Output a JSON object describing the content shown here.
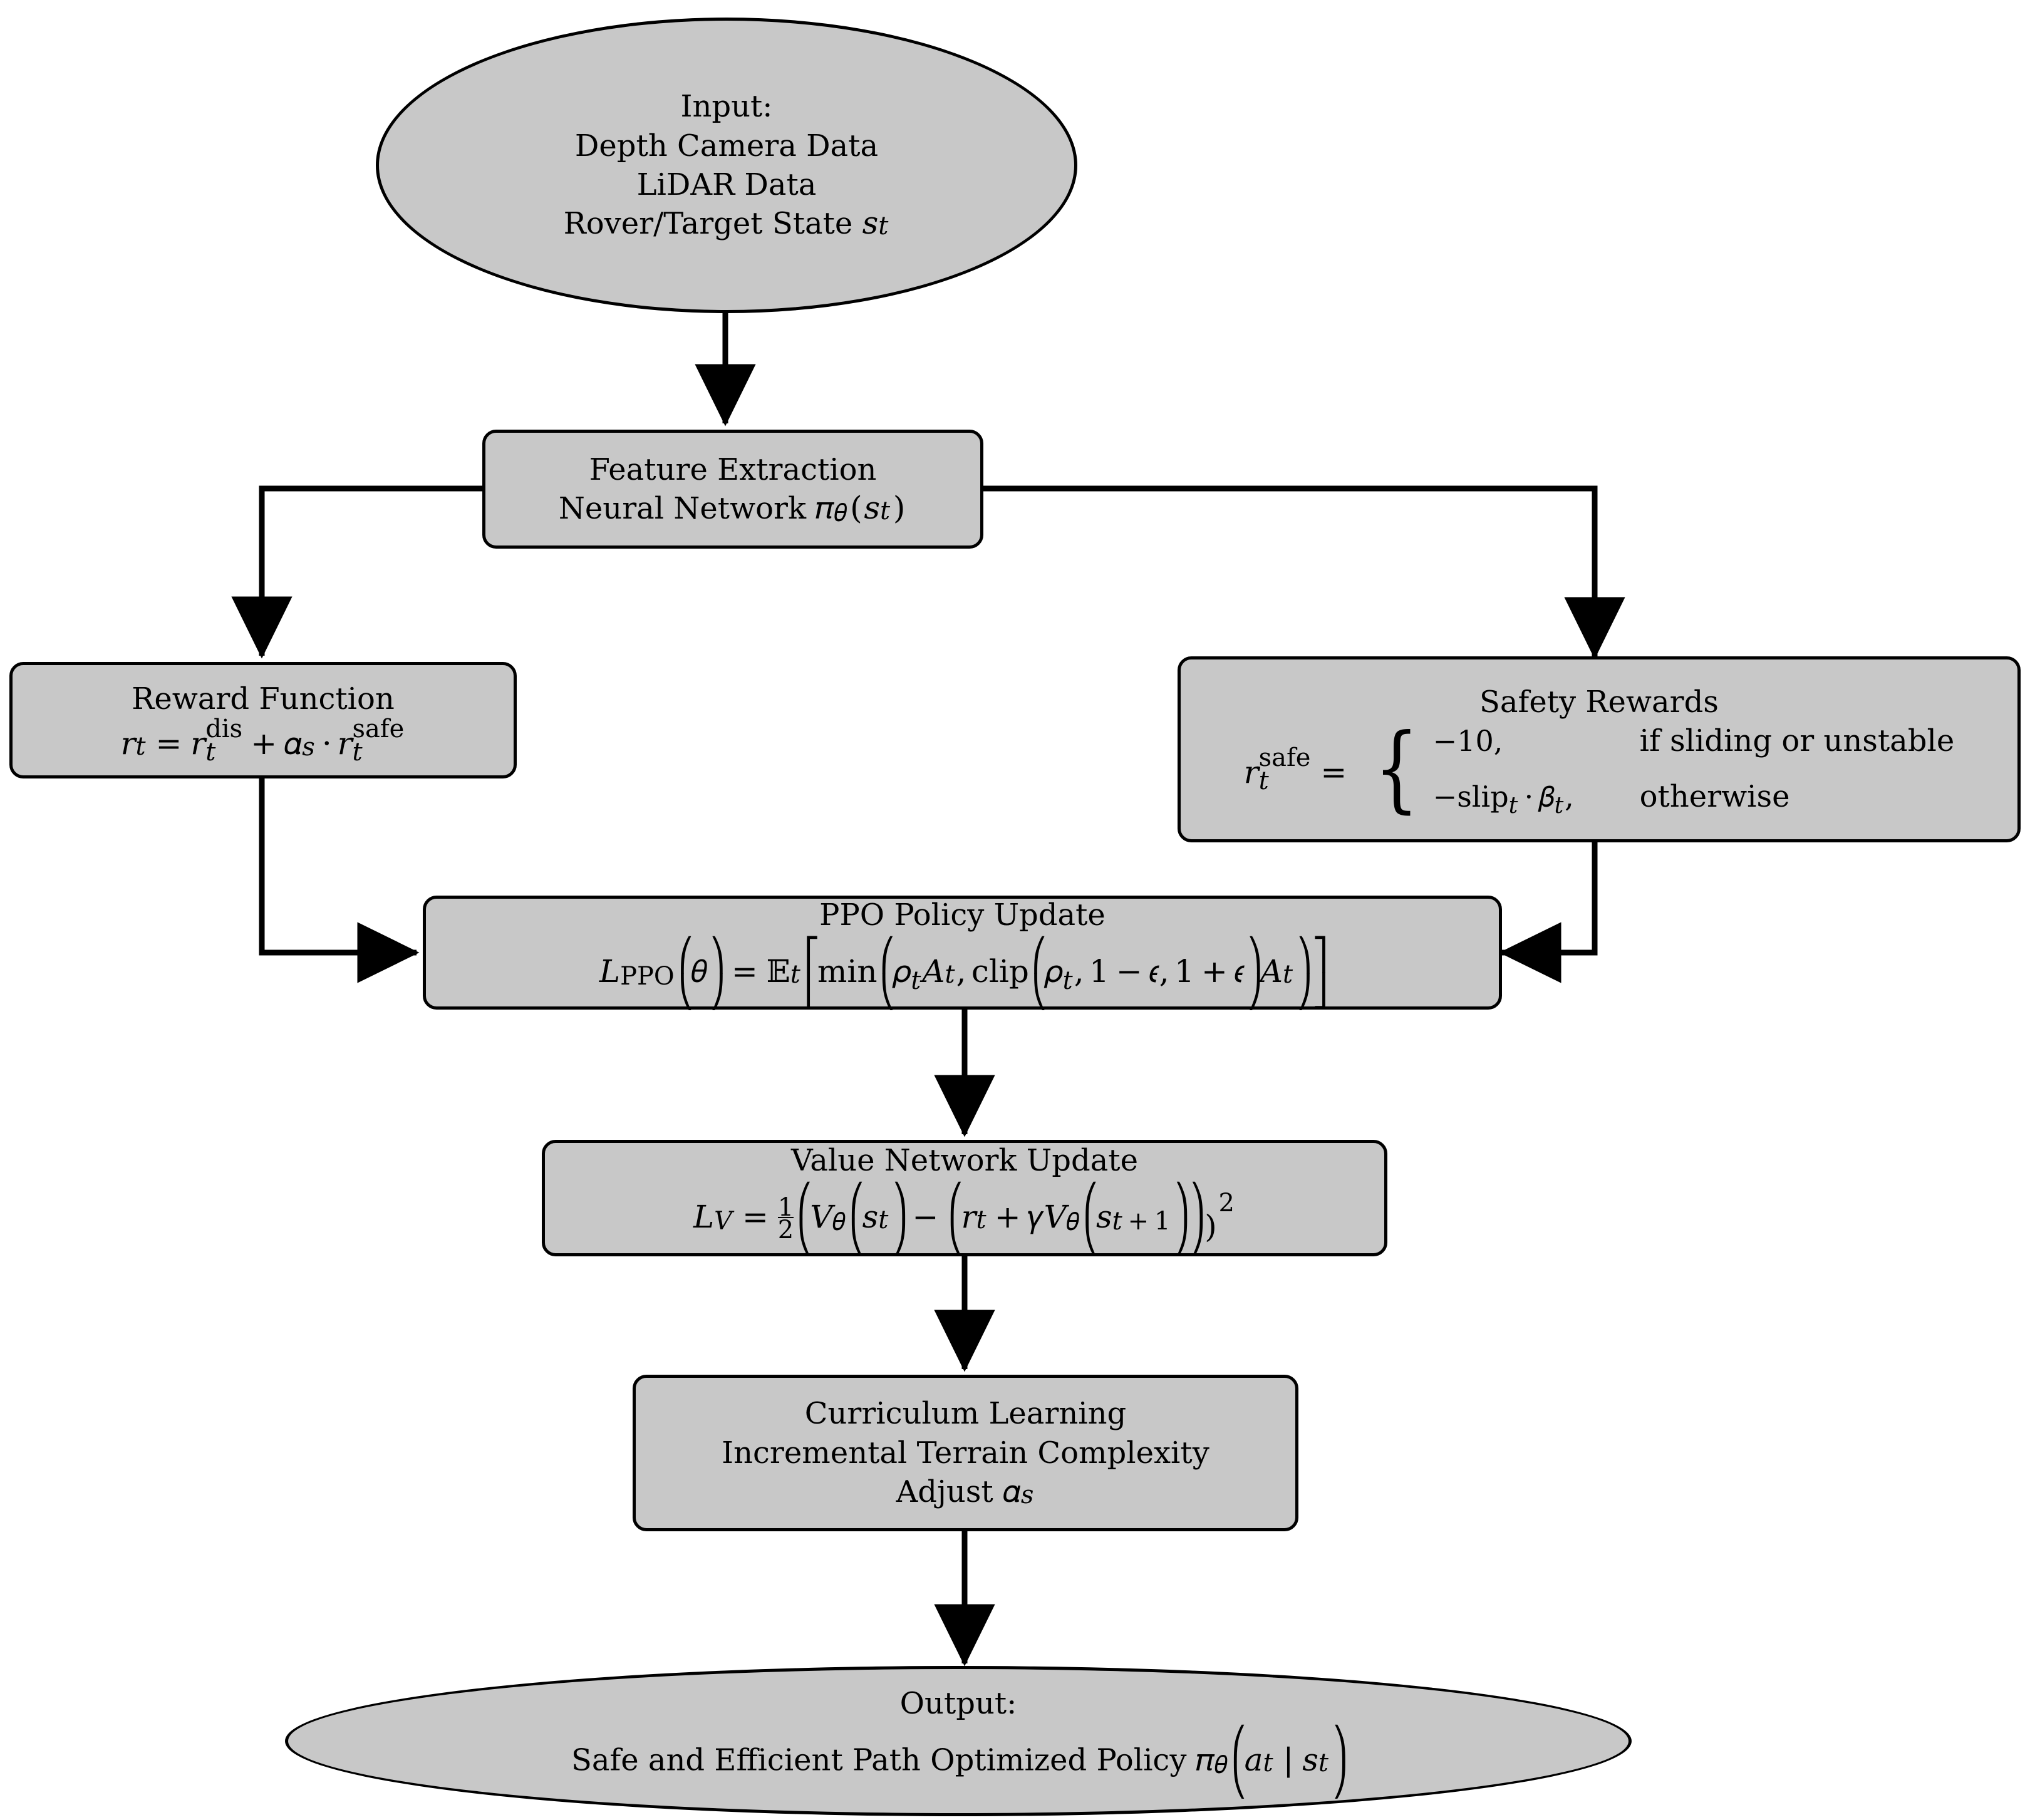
{
  "diagram": {
    "title": "Safe Rover Path Planning PPO Training Flowchart",
    "fill_color": "#c8c8c8",
    "stroke_color": "#000000",
    "background_color": "#ffffff",
    "type": "flowchart"
  },
  "nodes": {
    "input": {
      "shape": "ellipse",
      "line1": "Input:",
      "line2": "Depth Camera Data",
      "line3": "LiDAR Data",
      "line4_text": "Rover/Target State",
      "line4_math": "s_t"
    },
    "feature_extraction": {
      "shape": "rounded-rectangle",
      "line1": "Feature Extraction",
      "line2_text": "Neural Network",
      "line2_math": "\\pi_\\theta(s_t)"
    },
    "reward_function": {
      "shape": "rounded-rectangle",
      "line1": "Reward Function",
      "line2_math": "r_t = r_t^{dis} + \\alpha_s \\cdot r_t^{safe}"
    },
    "safety_rewards": {
      "shape": "rounded-rectangle",
      "line1": "Safety Rewards",
      "lhs_math": "r_t^{safe} =",
      "case1_value": "-10,",
      "case1_condition": "if sliding or unstable",
      "case2_value": "-slip_t \\cdot \\beta_t,",
      "case2_condition": "otherwise"
    },
    "ppo_policy_update": {
      "shape": "rounded-rectangle",
      "line1": "PPO Policy Update",
      "line2_math": "L_{PPO}(\\theta) = \\mathbb{E}_t[\\min(\\rho_t A_t, \\mathrm{clip}(\\rho_t, 1 - \\epsilon, 1 + \\epsilon) A_t)]"
    },
    "value_network_update": {
      "shape": "rounded-rectangle",
      "line1": "Value Network Update",
      "line2_math": "L_V = \\frac{1}{2}(V_\\theta(s_t) - (r_t + \\gamma V_\\theta(s_{t+1})))^2"
    },
    "curriculum_learning": {
      "shape": "rounded-rectangle",
      "line1": "Curriculum Learning",
      "line2": "Incremental Terrain Complexity",
      "line3_text": "Adjust",
      "line3_math": "\\alpha_s"
    },
    "output": {
      "shape": "ellipse",
      "line1": "Output:",
      "line2_text": "Safe and Efficient Path Optimized Policy",
      "line2_math": "\\pi_\\theta(a_t|s_t)"
    }
  },
  "edges": [
    {
      "from": "input",
      "to": "feature_extraction",
      "style": "straight-down-arrow"
    },
    {
      "from": "feature_extraction",
      "to": "reward_function",
      "style": "left-then-down-arrow"
    },
    {
      "from": "feature_extraction",
      "to": "safety_rewards",
      "style": "right-then-down-arrow"
    },
    {
      "from": "reward_function",
      "to": "ppo_policy_update",
      "style": "down-then-right-arrow"
    },
    {
      "from": "safety_rewards",
      "to": "ppo_policy_update",
      "style": "down-then-left-arrow"
    },
    {
      "from": "ppo_policy_update",
      "to": "value_network_update",
      "style": "straight-down-arrow"
    },
    {
      "from": "value_network_update",
      "to": "curriculum_learning",
      "style": "straight-down-arrow"
    },
    {
      "from": "curriculum_learning",
      "to": "output",
      "style": "straight-down-arrow"
    }
  ]
}
